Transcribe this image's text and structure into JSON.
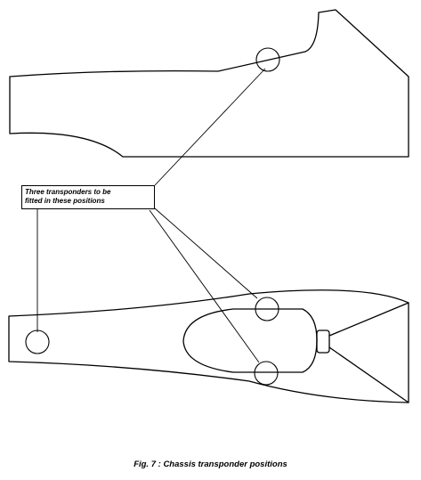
{
  "callout": {
    "line1": "Three transponders to be",
    "line2": "fitted in these positions"
  },
  "caption": "Fig. 7 : Chassis transponder positions"
}
